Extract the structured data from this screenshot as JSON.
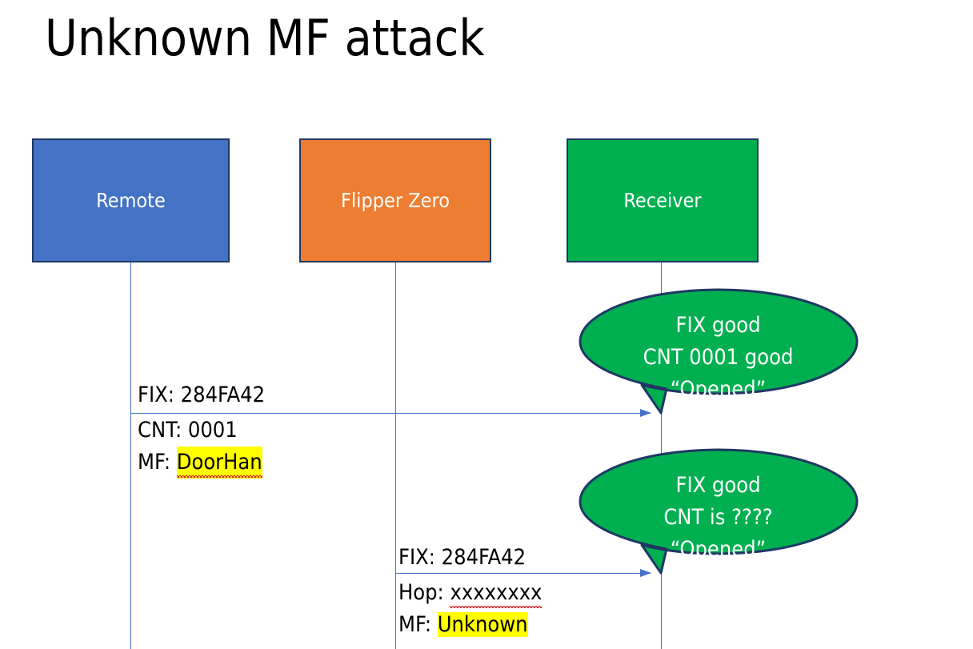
{
  "slide": {
    "title": "Unknown MF attack",
    "background": "#ffffff"
  },
  "colors": {
    "remote_fill": "#4472C4",
    "flipper_fill": "#ED7D31",
    "receiver_fill": "#00B050",
    "box_border": "#1F3864",
    "lifeline": "#4472C4",
    "arrow": "#4472C4",
    "callout_fill": "#00B050",
    "callout_border": "#1F3864",
    "highlight": "#FFFF00",
    "spellcheck": "#E0202A",
    "text_dark": "#000000",
    "text_light": "#FFFFFF"
  },
  "actors": [
    {
      "id": "remote",
      "label": "Remote"
    },
    {
      "id": "flipper",
      "label": "Flipper Zero"
    },
    {
      "id": "receiver",
      "label": "Receiver"
    }
  ],
  "messages": [
    {
      "id": "remote-to-receiver",
      "from": "remote",
      "to": "receiver",
      "above_label": "FIX: 284FA42",
      "below_line1_prefix": "CNT: 0001",
      "below_line2_prefix": "MF: ",
      "below_line2_highlight": "DoorHan"
    },
    {
      "id": "flipper-to-receiver",
      "from": "flipper",
      "to": "receiver",
      "above_label": "FIX: 284FA42",
      "below_line1_prefix": "Hop: ",
      "below_line1_squiggle": "xxxxxxxx",
      "below_line2_prefix": "MF: ",
      "below_line2_highlight": "Unknown"
    }
  ],
  "callouts": [
    {
      "id": "callout-one",
      "line1": "FIX good",
      "line2": "CNT 0001 good",
      "line3": "“Opened”"
    },
    {
      "id": "callout-two",
      "line1": "FIX good",
      "line2": "CNT is ????",
      "line3": "“Opened”"
    }
  ]
}
